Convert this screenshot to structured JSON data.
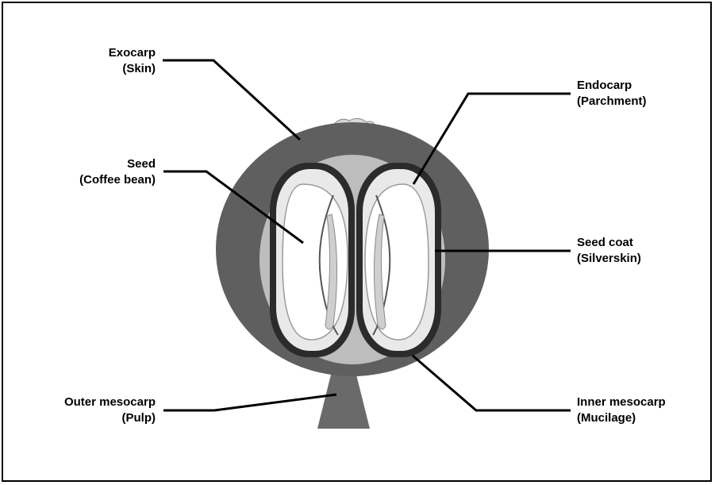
{
  "labels": {
    "exocarp": {
      "name": "Exocarp",
      "sub": "(Skin)"
    },
    "seed": {
      "name": "Seed",
      "sub": "(Coffee bean)"
    },
    "outer_mesocarp": {
      "name": "Outer mesocarp",
      "sub": "(Pulp)"
    },
    "endocarp": {
      "name": "Endocarp",
      "sub": "(Parchment)"
    },
    "seed_coat": {
      "name": "Seed coat",
      "sub": "(Silverskin)"
    },
    "inner_mesocarp": {
      "name": "Inner mesocarp",
      "sub": "(Mucilage)"
    }
  },
  "colors": {
    "skin": "#5f5f5f",
    "pulp": "#6a6a6a",
    "mucilage": "#bdbdbd",
    "parchment": "#2b2b2b",
    "seed": "#f4f4f4",
    "leader": "#000000"
  }
}
